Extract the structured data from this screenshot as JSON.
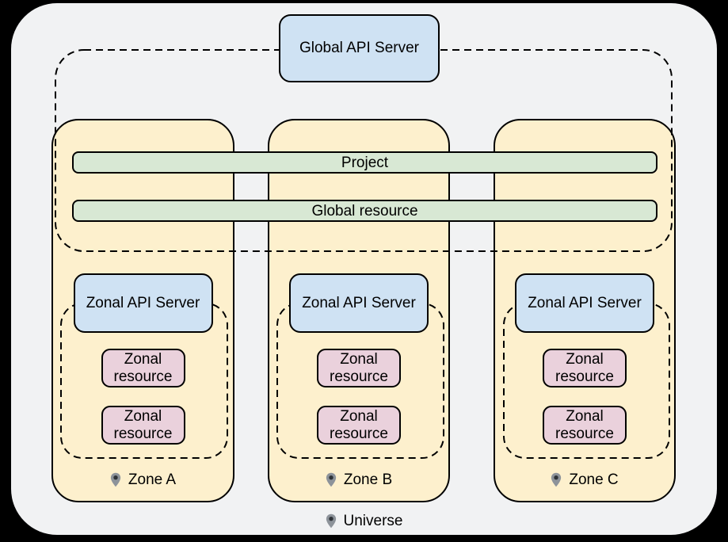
{
  "global": {
    "api_server_label": "Global API Server",
    "project_bar_label": "Project",
    "global_resource_bar_label": "Global resource"
  },
  "zones": [
    {
      "name": "Zone A",
      "api_server_label": "Zonal API Server",
      "resources": [
        "Zonal resource",
        "Zonal resource"
      ]
    },
    {
      "name": "Zone B",
      "api_server_label": "Zonal API Server",
      "resources": [
        "Zonal resource",
        "Zonal resource"
      ]
    },
    {
      "name": "Zone C",
      "api_server_label": "Zonal API Server",
      "resources": [
        "Zonal resource",
        "Zonal resource"
      ]
    }
  ],
  "universe": {
    "label": "Universe"
  },
  "icons": {
    "location_pin": "map-pin-icon"
  },
  "colors": {
    "background": "#000000",
    "universe_fill": "#f1f2f3",
    "zone_fill": "#fdf0cd",
    "api_server_fill": "#cfe2f3",
    "shared_bar_fill": "#d8e8d4",
    "zonal_resource_fill": "#ead1dc",
    "stroke": "#000000"
  }
}
